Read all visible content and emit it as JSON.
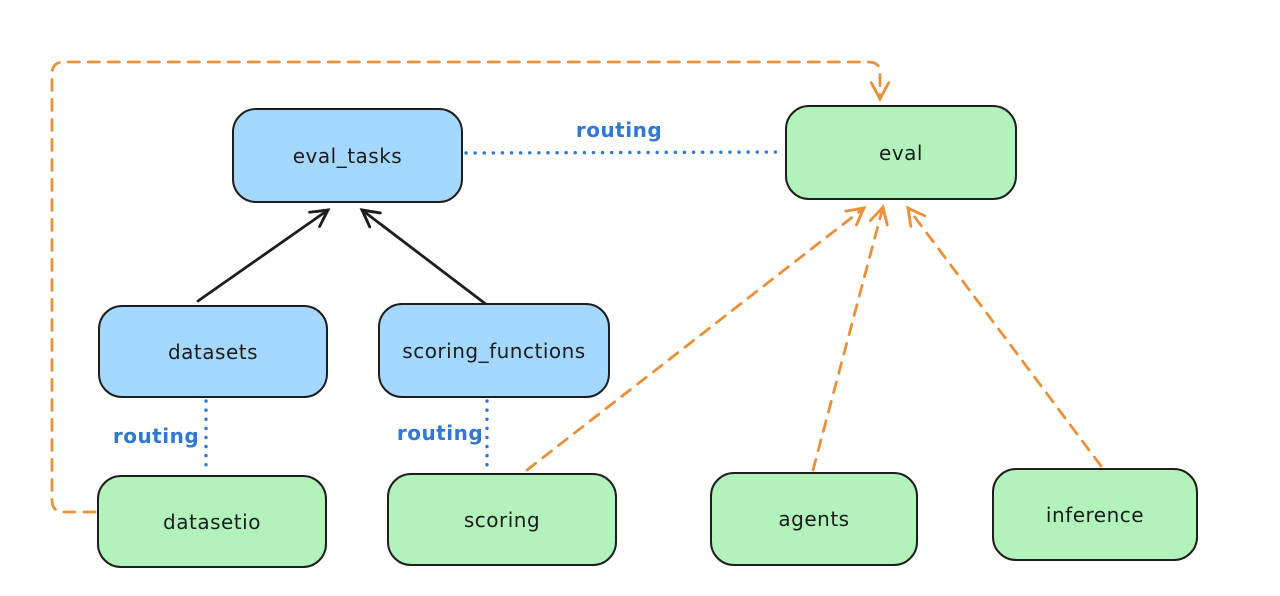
{
  "diagram": {
    "nodes": [
      {
        "id": "eval_tasks",
        "label": "eval_tasks",
        "kind": "registry"
      },
      {
        "id": "eval",
        "label": "eval",
        "kind": "api"
      },
      {
        "id": "datasets",
        "label": "datasets",
        "kind": "registry"
      },
      {
        "id": "scoring_functions",
        "label": "scoring_functions",
        "kind": "registry"
      },
      {
        "id": "datasetio",
        "label": "datasetio",
        "kind": "api"
      },
      {
        "id": "scoring",
        "label": "scoring",
        "kind": "api"
      },
      {
        "id": "agents",
        "label": "agents",
        "kind": "api"
      },
      {
        "id": "inference",
        "label": "inference",
        "kind": "api"
      }
    ],
    "edge_labels": [
      {
        "id": "routing-top",
        "text": "routing"
      },
      {
        "id": "routing-left",
        "text": "routing"
      },
      {
        "id": "routing-middle",
        "text": "routing"
      }
    ],
    "edges": [
      {
        "from": "datasets",
        "to": "eval_tasks",
        "style": "solid-arrow-black"
      },
      {
        "from": "scoring_functions",
        "to": "eval_tasks",
        "style": "solid-arrow-black"
      },
      {
        "from": "eval_tasks",
        "to": "eval",
        "style": "dotted-blue",
        "label": "routing"
      },
      {
        "from": "datasets",
        "to": "datasetio",
        "style": "dotted-blue",
        "label": "routing"
      },
      {
        "from": "scoring_functions",
        "to": "scoring",
        "style": "dotted-blue",
        "label": "routing"
      },
      {
        "from": "datasetio",
        "to": "eval",
        "style": "dashed-arrow-orange"
      },
      {
        "from": "scoring",
        "to": "eval",
        "style": "dashed-arrow-orange"
      },
      {
        "from": "agents",
        "to": "eval",
        "style": "dashed-arrow-orange"
      },
      {
        "from": "inference",
        "to": "eval",
        "style": "dashed-arrow-orange"
      }
    ],
    "colors": {
      "registry_fill": "#a5d8ff",
      "api_fill": "#b2f2bb",
      "stroke": "#1e1e1e",
      "routing_blue": "#3178d0",
      "dashed_orange": "#e8913a",
      "background": "#ffffff"
    }
  }
}
